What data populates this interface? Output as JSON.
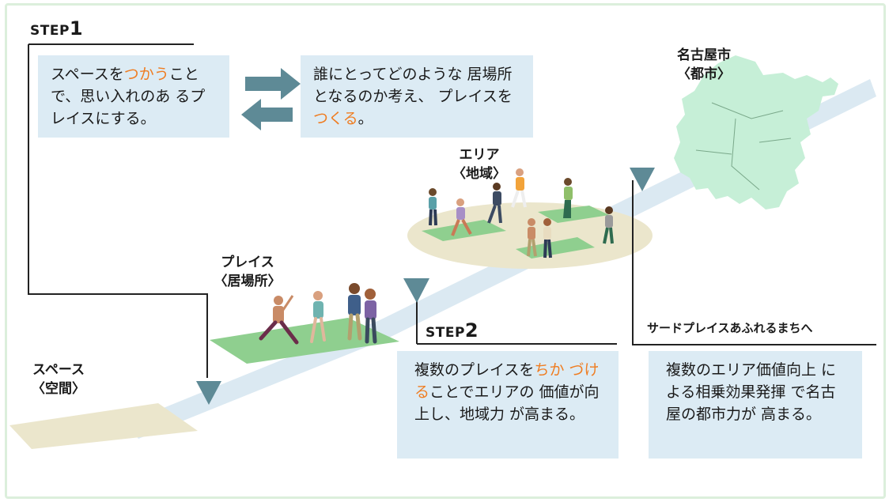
{
  "colors": {
    "frame_border": "#dcefdc",
    "box_fill": "#dcebf4",
    "highlight": "#ef7d22",
    "road": "#dbe9f2",
    "arrow": "#5e8a96",
    "green_patch": "#8fcf8f",
    "ground": "#ebe6cc",
    "city": "#c6efd7"
  },
  "step1": {
    "label": "STEP",
    "num": "1"
  },
  "step2": {
    "label": "STEP",
    "num": "2"
  },
  "box_use": {
    "part1": "スペースを",
    "hl": "つかう",
    "part2": "こと で、思い入れのあ るプレイスにする。"
  },
  "box_make": {
    "part1": "誰にとってどのような 居場所となるのか考え、 プレイスを",
    "hl": "つくる",
    "part2": "。"
  },
  "box_link": {
    "part1": "複数のプレイスを",
    "hl": "ちか づける",
    "part2": "ことでエリアの 価値が向上し、地域力 が高まる。"
  },
  "box_city": {
    "text": "複数のエリア価値向上 による相乗効果発揮 で名古屋の都市力が 高まる。"
  },
  "labels": {
    "space": "スペース",
    "space_sub": "〈空間〉",
    "place": "プレイス",
    "place_sub": "〈居場所〉",
    "area": "エリア",
    "area_sub": "〈地域〉",
    "city": "名古屋市",
    "city_sub": "〈都市〉"
  },
  "third_place": "サードプレイスあふれるまちへ",
  "icons": [
    "arrow-right-icon",
    "arrow-left-icon",
    "arrow-down-icon",
    "person-icon",
    "city-map-icon"
  ]
}
